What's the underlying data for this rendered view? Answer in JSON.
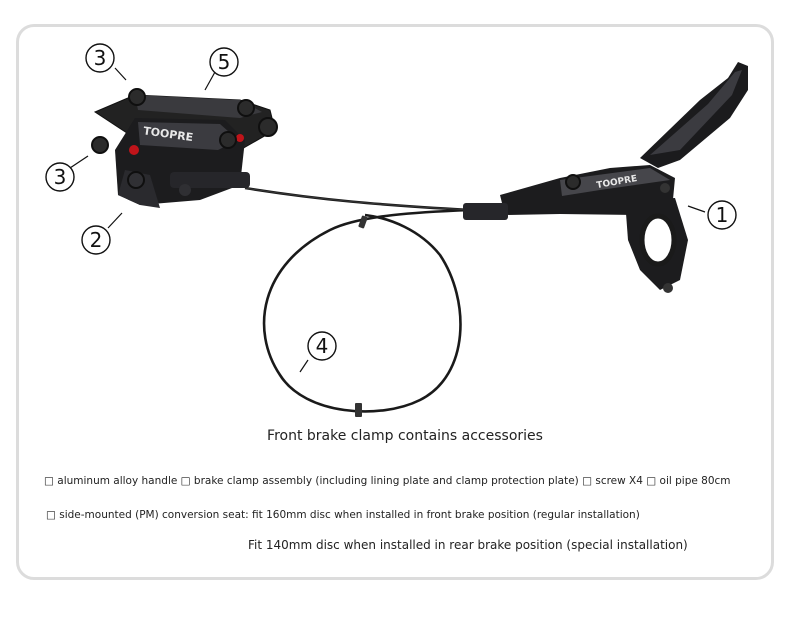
{
  "callouts": {
    "handle": "1",
    "clamp": "2",
    "screw_top": "3",
    "screw_left": "3",
    "oil_pipe": "4",
    "pm_seat": "5"
  },
  "brand": "TOOPRE",
  "caption": {
    "title": "Front brake clamp contains accessories",
    "line1": "□ aluminum alloy handle □ brake clamp assembly (including lining plate and clamp protection plate) □ screw X4 □ oil pipe 80cm",
    "line2": "□ side-mounted (PM) conversion seat: fit 160mm disc when installed in front brake position (regular installation)",
    "line3": "Fit 140mm disc when installed in rear brake position (special installation)"
  },
  "colors": {
    "metal": "#1c1c1e",
    "metal_highlight": "#4a4a4e",
    "accent_red": "#c0141a",
    "frame": "#dcdcdc"
  }
}
